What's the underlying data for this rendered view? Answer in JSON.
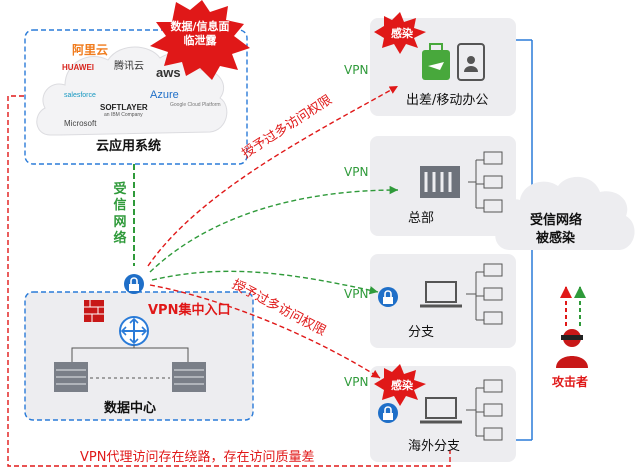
{
  "cloud_system": {
    "label": "云应用系统",
    "logos": [
      "阿里云",
      "HUAWEI",
      "腾讯云",
      "aws",
      "salesforce",
      "SOFTLAYER",
      "an IBM Company",
      "Azure",
      "Google Cloud Platform",
      "Microsoft"
    ]
  },
  "data_center": {
    "label": "数据中心",
    "entry_label": "VPN集中入口"
  },
  "trusted_network_label": "受信网络",
  "infected_bursts": [
    "数据/信息面临泄露",
    "感染",
    "感染"
  ],
  "sites": [
    {
      "label": "出差/移动办公",
      "vpn": "VPN"
    },
    {
      "label": "总部",
      "vpn": "VPN"
    },
    {
      "label": "分支",
      "vpn": "VPN"
    },
    {
      "label": "海外分支",
      "vpn": "VPN"
    }
  ],
  "infected_network": {
    "label_line1": "受信网络",
    "label_line2": "被感染"
  },
  "attacker_label": "攻击者",
  "warnings": {
    "top_permission": "授予过多访问权限",
    "mid_permission": "授予过多访问权限",
    "bottom_issue": "VPN代理访问存在绕路，存在访问质量差"
  },
  "colors": {
    "green": "#2f9a3a",
    "red": "#e01818",
    "blue": "#2a7bd8",
    "box_fill": "#ededf0"
  }
}
